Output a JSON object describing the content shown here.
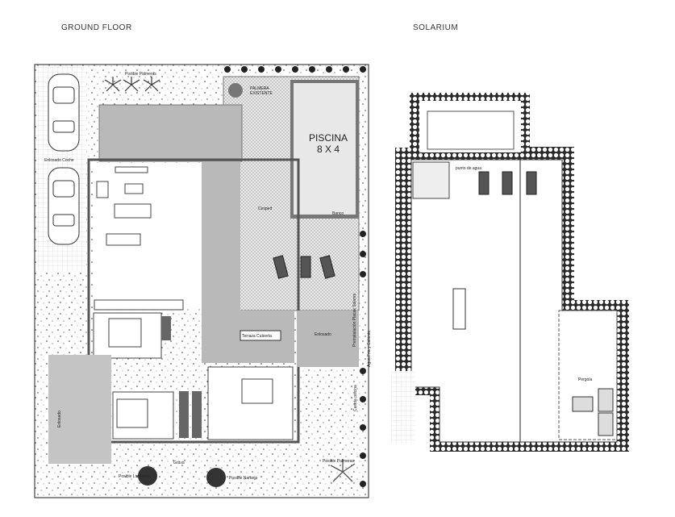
{
  "titles": {
    "ground_floor": "GROUND FLOOR",
    "solarium": "SOLARIUM"
  },
  "ground": {
    "pool_name": "PISCINA",
    "pool_size": "8 X 4",
    "palm_existing_1": "PALMERA",
    "palm_existing_2": "EXISTENTE",
    "parking": "Enlosado Coche",
    "palms_top": "Posible Palmeras",
    "lawn": "Cesped",
    "bench": "Banco",
    "covered_terrace": "Terraza Cubierta",
    "paving_right": "Enlosado",
    "paving_left": "Enlosado",
    "solar_preinstall": "Preinstalación Placas Solares",
    "hot_cold_water": "Agua Fria y Caliente",
    "pool_house": "Caseta piscina",
    "gravel": "Grava",
    "lemon": "Posible Limonero",
    "orange": "Posible Naranjo",
    "palms_bottom": "Posible Palmeras"
  },
  "solarium": {
    "water_point": "punto de agua",
    "pergola": "Pergola"
  },
  "colors": {
    "wall": "#555555",
    "gray_floor": "#b9b9b9",
    "pool": "#e6e6e6",
    "cobble": "#2a2a2a"
  }
}
